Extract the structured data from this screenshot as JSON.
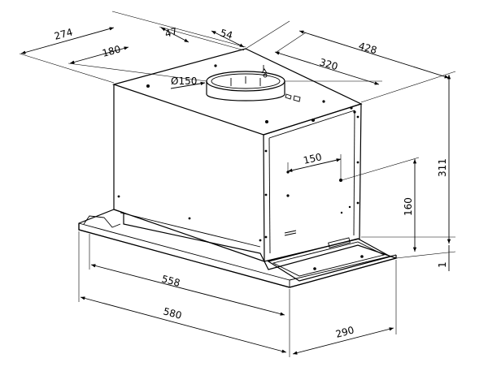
{
  "dimensions": {
    "d274": "274",
    "d47": "47",
    "d54": "54",
    "d428": "428",
    "d180": "180",
    "d320": "320",
    "d150dia": "Ø150",
    "d150": "150",
    "d311": "311",
    "d160": "160",
    "d1": "1",
    "d558": "558",
    "d580": "580",
    "d290": "290"
  }
}
